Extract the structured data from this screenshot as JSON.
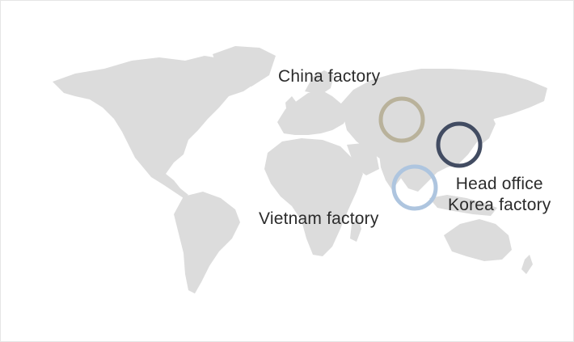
{
  "locations": [
    {
      "key": "china",
      "label": "China factory",
      "color": "#b9b29b"
    },
    {
      "key": "korea",
      "label_line1": "Head office",
      "label_line2": "Korea factory",
      "color": "#424c62"
    },
    {
      "key": "vietnam",
      "label": "Vietnam factory",
      "color": "#aec5df"
    }
  ],
  "colors": {
    "land": "#dcdcdc",
    "background": "#ffffff",
    "text": "#2b2b2b"
  }
}
